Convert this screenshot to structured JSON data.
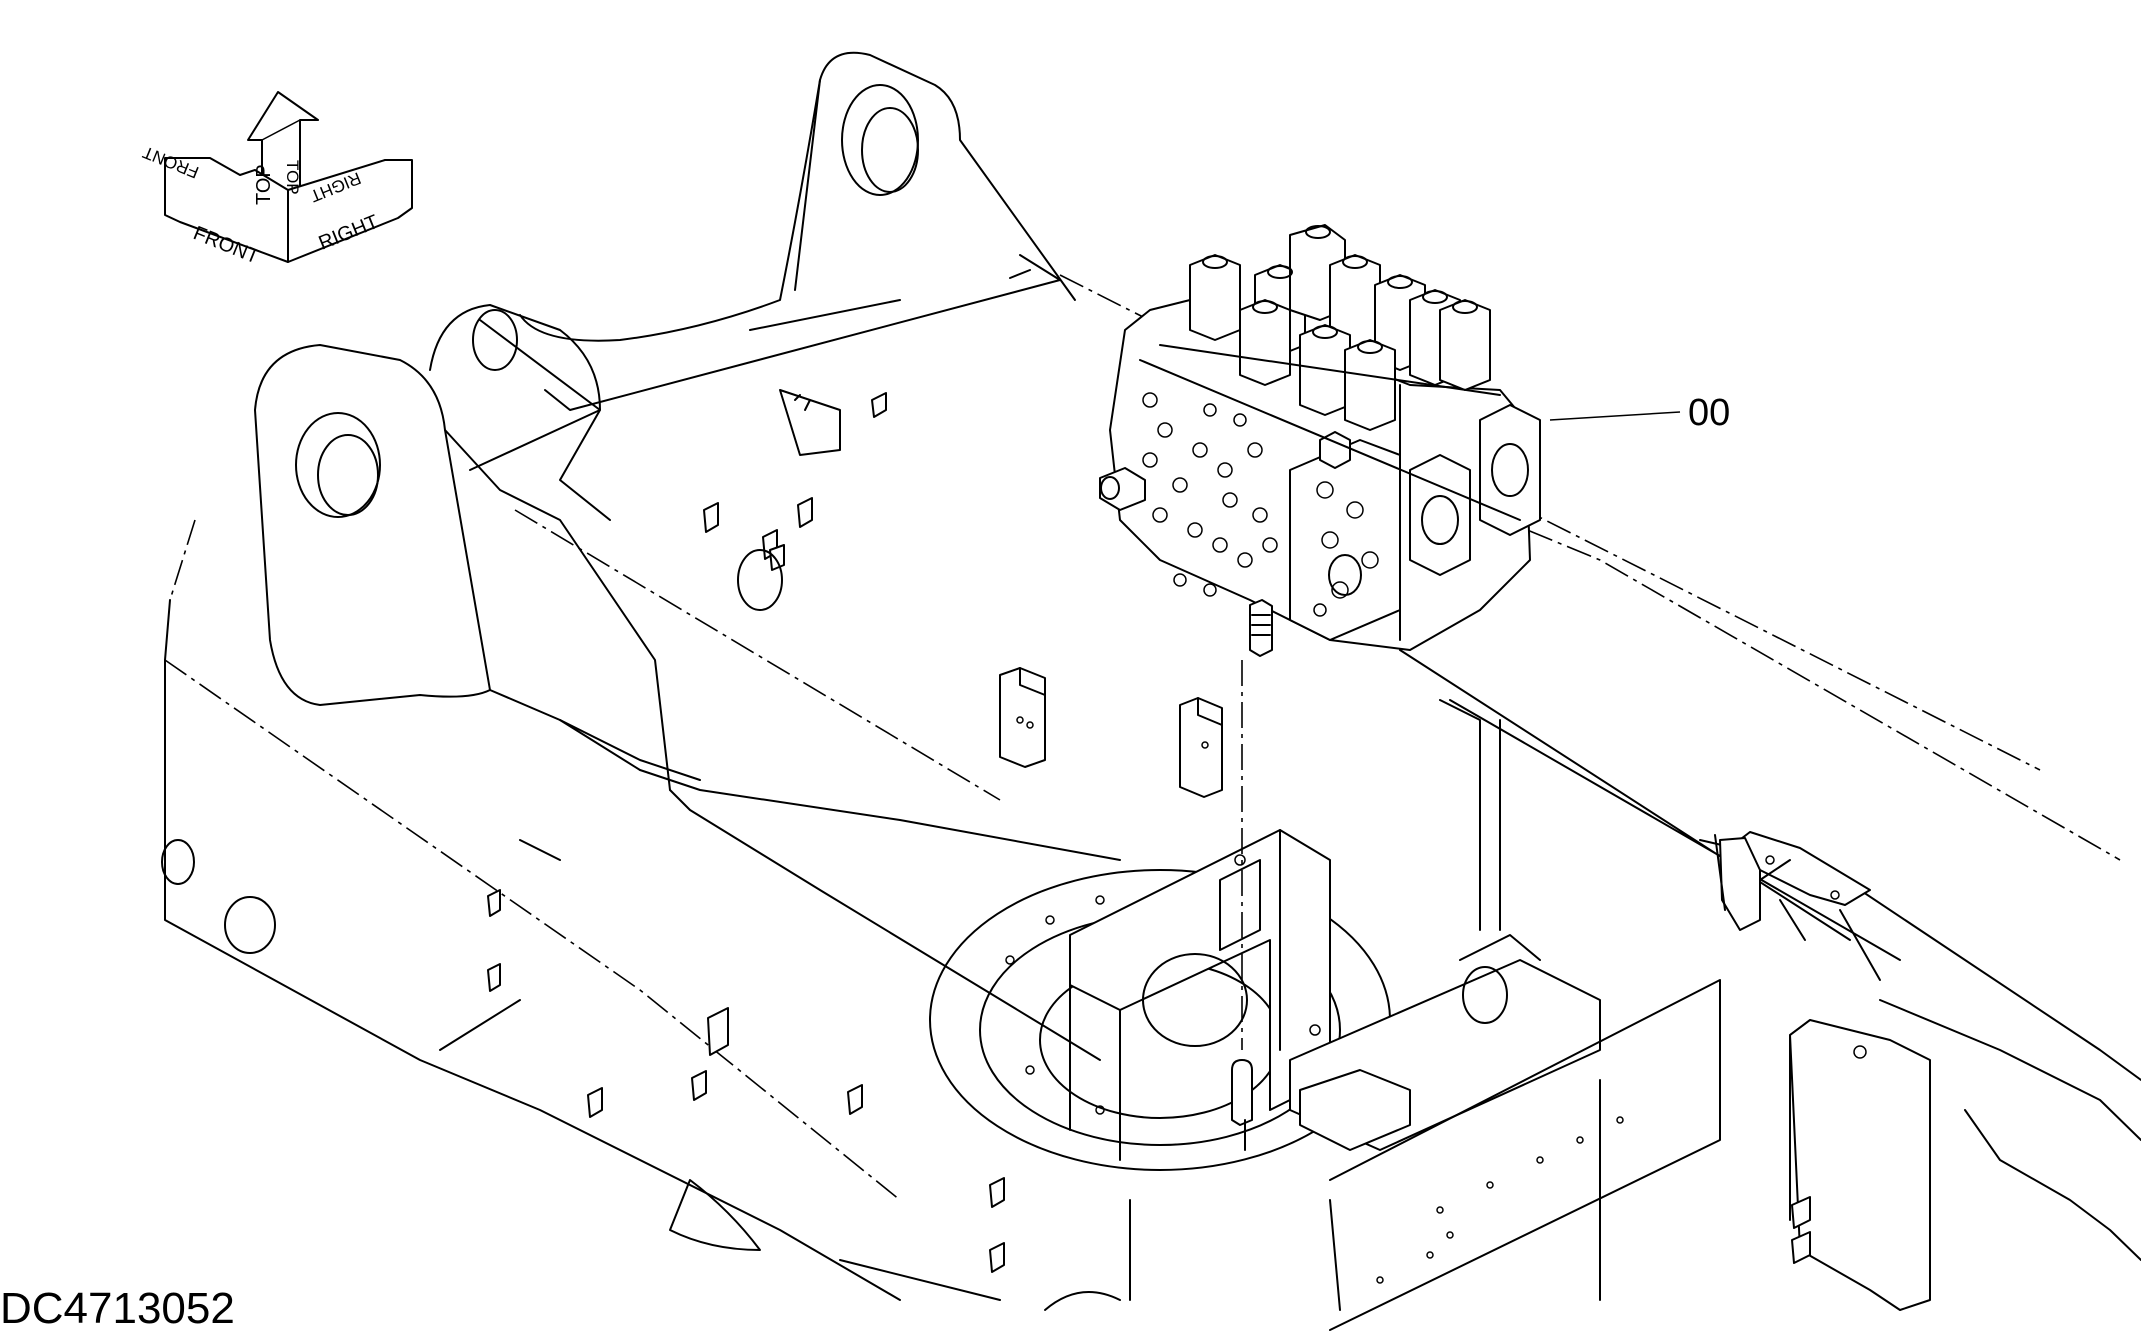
{
  "callout": {
    "part_number": "00"
  },
  "orientation": {
    "front": "FRONT",
    "top": "TOP",
    "right": "RIGHT"
  },
  "drawing_id": "DC4713052"
}
